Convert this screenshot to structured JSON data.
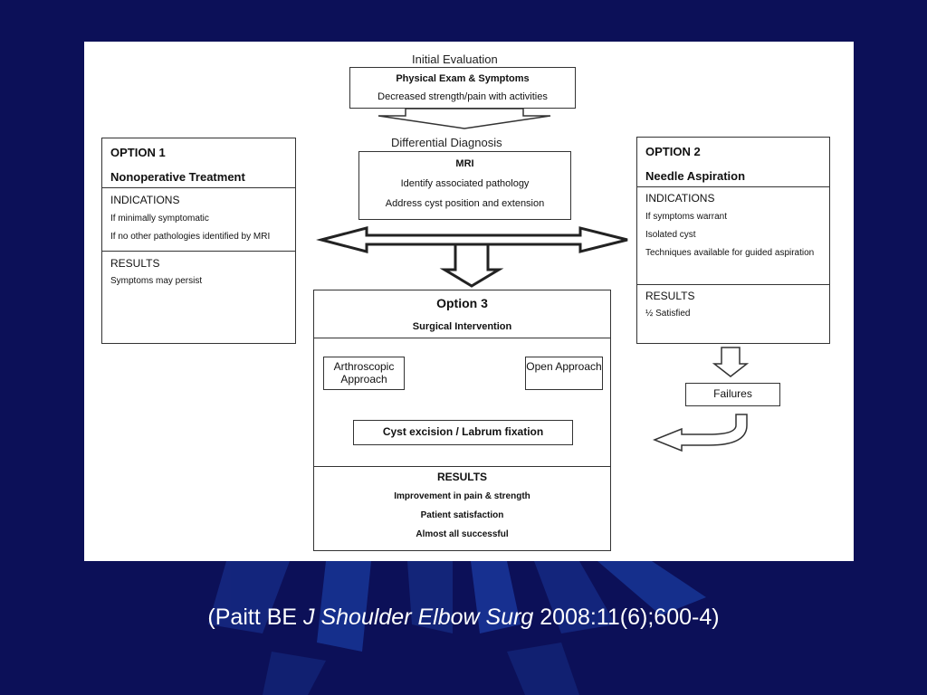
{
  "colors": {
    "background": "#0c1058",
    "figure_background": "#ffffff",
    "text": "#ffffff"
  },
  "flowchart": {
    "initial": {
      "caption": "Initial Evaluation",
      "title": "Physical Exam & Symptoms",
      "line": "Decreased strength/pain with activities"
    },
    "differential": {
      "caption": "Differential Diagnosis",
      "title": "MRI",
      "lines": [
        "Identify associated  pathology",
        "Address cyst position and extension"
      ]
    },
    "option1": {
      "title": "OPTION 1",
      "subtitle": "Nonoperative Treatment",
      "indications_label": "INDICATIONS",
      "indications": [
        "If minimally symptomatic",
        "If no other pathologies identified by MRI"
      ],
      "results_label": "RESULTS",
      "results": [
        "Symptoms may persist"
      ]
    },
    "option2": {
      "title": "OPTION 2",
      "subtitle": "Needle Aspiration",
      "indications_label": "INDICATIONS",
      "indications": [
        "If symptoms warrant",
        "Isolated cyst",
        "Techniques available for guided aspiration"
      ],
      "results_label": "RESULTS",
      "results": [
        "½ Satisfied"
      ]
    },
    "option3": {
      "title": "Option 3",
      "subtitle": "Surgical Intervention",
      "approach_left": "Arthroscopic Approach",
      "approach_right": "Open Approach",
      "procedure": "Cyst excision / Labrum fixation",
      "results_label": "RESULTS",
      "results": [
        "Improvement in pain & strength",
        "Patient satisfaction",
        "Almost all successful"
      ]
    },
    "failures": "Failures"
  },
  "citation": {
    "prefix": "(Paitt BE ",
    "journal": "J Shoulder Elbow Surg",
    "suffix": " 2008:11(6);600-4)"
  }
}
